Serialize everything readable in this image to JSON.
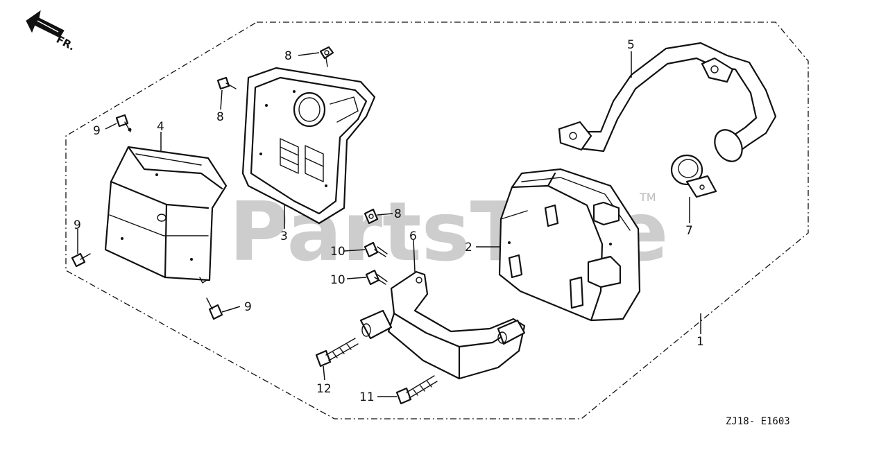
{
  "diagram": {
    "direction_label": "FR.",
    "watermark": "PartsTree",
    "trademark": "TM",
    "drawing_code": "ZJ18- E1603",
    "callouts": {
      "c1": "1",
      "c2": "2",
      "c3": "3",
      "c4": "4",
      "c5": "5",
      "c6": "6",
      "c7": "7",
      "c8a": "8",
      "c8b": "8",
      "c8c": "8",
      "c9a": "9",
      "c9b": "9",
      "c9c": "9",
      "c10a": "10",
      "c10b": "10",
      "c11": "11",
      "c12": "12"
    },
    "icons": {
      "direction": "arrow-icon"
    }
  }
}
